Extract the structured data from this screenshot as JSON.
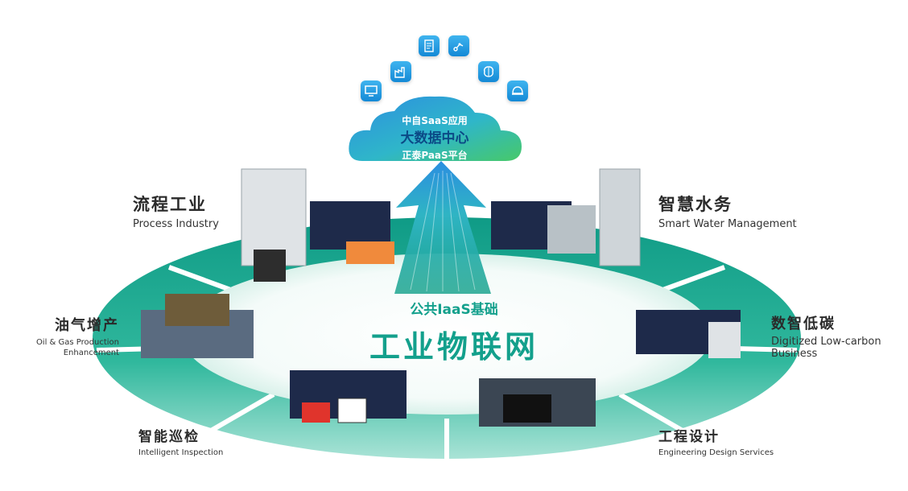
{
  "cloud": {
    "saas": "中自SaaS应用",
    "bigdata": "大数据中心",
    "paas": "正泰PaaS平台"
  },
  "center": {
    "iaas": "公共IaaS基础",
    "title": "工业物联网"
  },
  "sectors": [
    {
      "zh": "流程工业",
      "en": "Process Industry"
    },
    {
      "zh": "智慧水务",
      "en": "Smart Water Management"
    },
    {
      "zh": "油气增产",
      "en": "Oil & Gas Production\nEnhancement"
    },
    {
      "zh": "数智低碳",
      "en": "Digitized Low-carbon\nBusiness"
    },
    {
      "zh": "智能巡检",
      "en": "Intelligent Inspection"
    },
    {
      "zh": "工程设计",
      "en": "Engineering Design Services"
    }
  ],
  "app_icons": [
    "monitor-icon",
    "factory-icon",
    "document-icon",
    "robot-arm-icon",
    "brain-icon",
    "helmet-icon"
  ],
  "colors": {
    "ring_teal": "#1aa58f",
    "ring_light": "#cfeee8",
    "title_teal": "#13a08c",
    "cloud_blue": "#2f9fe0",
    "cloud_green": "#3ec57a",
    "icon_blue": "#1f9ae0"
  }
}
